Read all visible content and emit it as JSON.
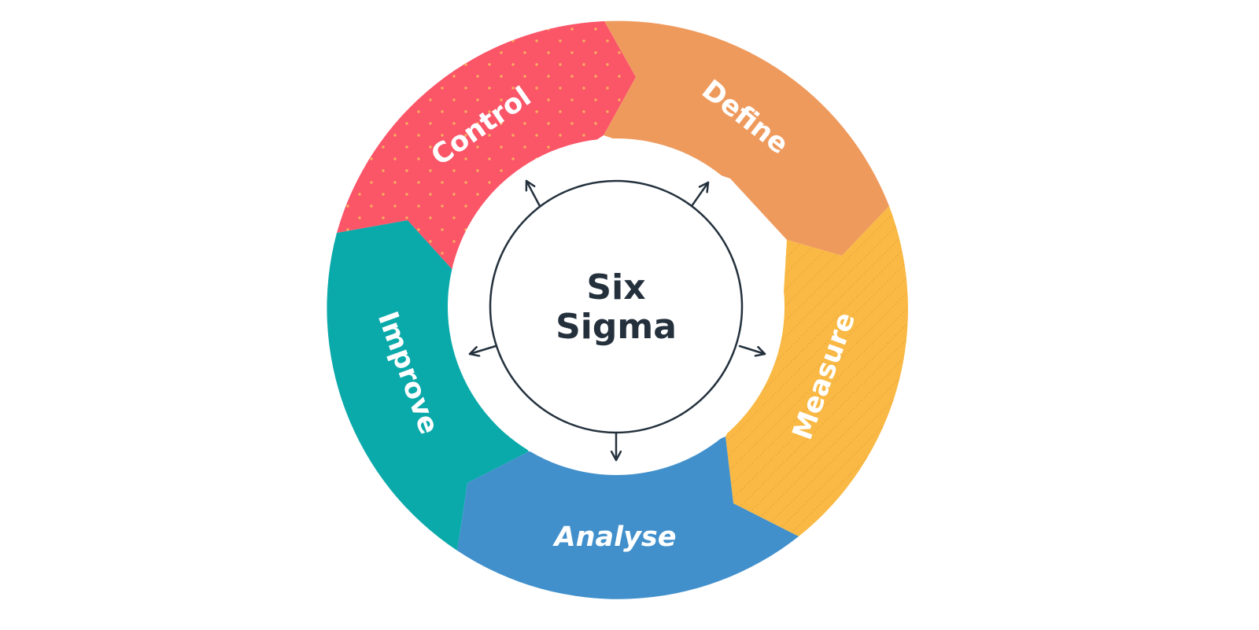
{
  "diagram": {
    "center_title_lines": [
      "Six",
      "Sigma"
    ],
    "segments": [
      {
        "id": "define",
        "label": "Define",
        "color": "#EF9A5D",
        "pattern": "none"
      },
      {
        "id": "measure",
        "label": "Measure",
        "color": "#F9B944",
        "pattern": "diagonal-stripes"
      },
      {
        "id": "analyse",
        "label": "Analyse",
        "color": "#4190CC",
        "pattern": "none"
      },
      {
        "id": "improve",
        "label": "Improve",
        "color": "#0AA9AA",
        "pattern": "none"
      },
      {
        "id": "control",
        "label": "Control",
        "color": "#FB5568",
        "pattern": "dots"
      }
    ],
    "center_ring_color": "#24313d",
    "background": "#ffffff"
  }
}
